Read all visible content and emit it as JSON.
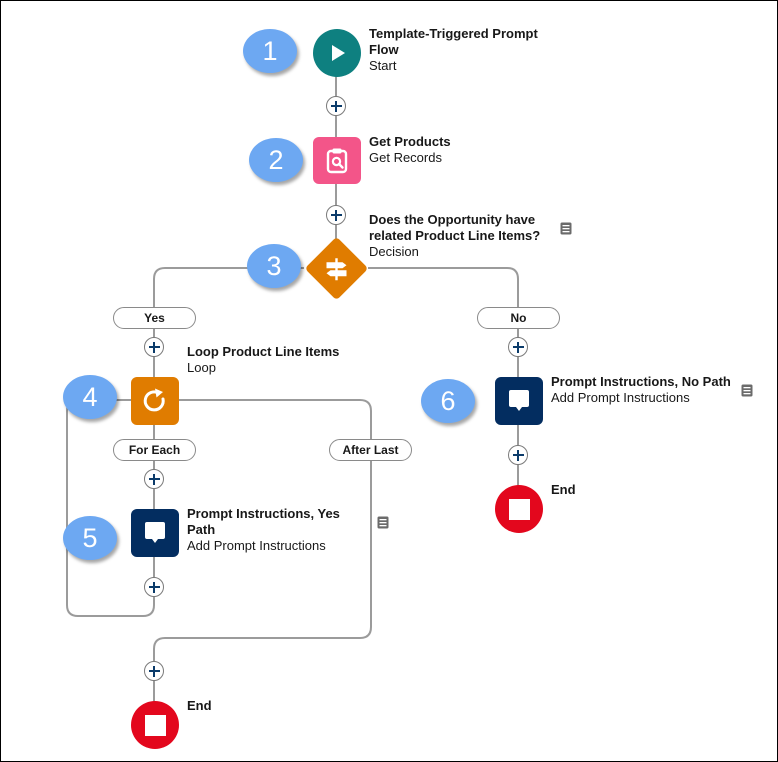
{
  "colors": {
    "start": "#0e8080",
    "get_records": "#f35589",
    "decision": "#e07c00",
    "loop": "#e07c00",
    "prompt": "#032d60",
    "end": "#e3071d",
    "badge": "#6da8f2",
    "connector": "#9b9b9b"
  },
  "badges": [
    "1",
    "2",
    "3",
    "4",
    "5",
    "6"
  ],
  "nodes": {
    "start": {
      "title": "Template-Triggered Prompt Flow",
      "subtitle": "Start",
      "icon": "play-icon"
    },
    "get_products": {
      "title": "Get Products",
      "subtitle": "Get Records",
      "icon": "clipboard-search-icon"
    },
    "decision": {
      "title": "Does the Opportunity have related Product Line Items?",
      "subtitle": "Decision",
      "icon": "signpost-icon"
    },
    "loop": {
      "title": "Loop Product Line Items",
      "subtitle": "Loop",
      "icon": "loop-icon"
    },
    "prompt_yes": {
      "title": "Prompt Instructions, Yes Path",
      "subtitle": "Add Prompt Instructions",
      "icon": "chat-icon"
    },
    "prompt_no": {
      "title": "Prompt Instructions, No Path",
      "subtitle": "Add Prompt Instructions",
      "icon": "chat-icon"
    },
    "end_left": {
      "title": "End",
      "icon": "stop-icon"
    },
    "end_right": {
      "title": "End",
      "icon": "stop-icon"
    }
  },
  "branches": {
    "yes": "Yes",
    "no": "No",
    "for_each": "For Each",
    "after_last": "After Last"
  }
}
